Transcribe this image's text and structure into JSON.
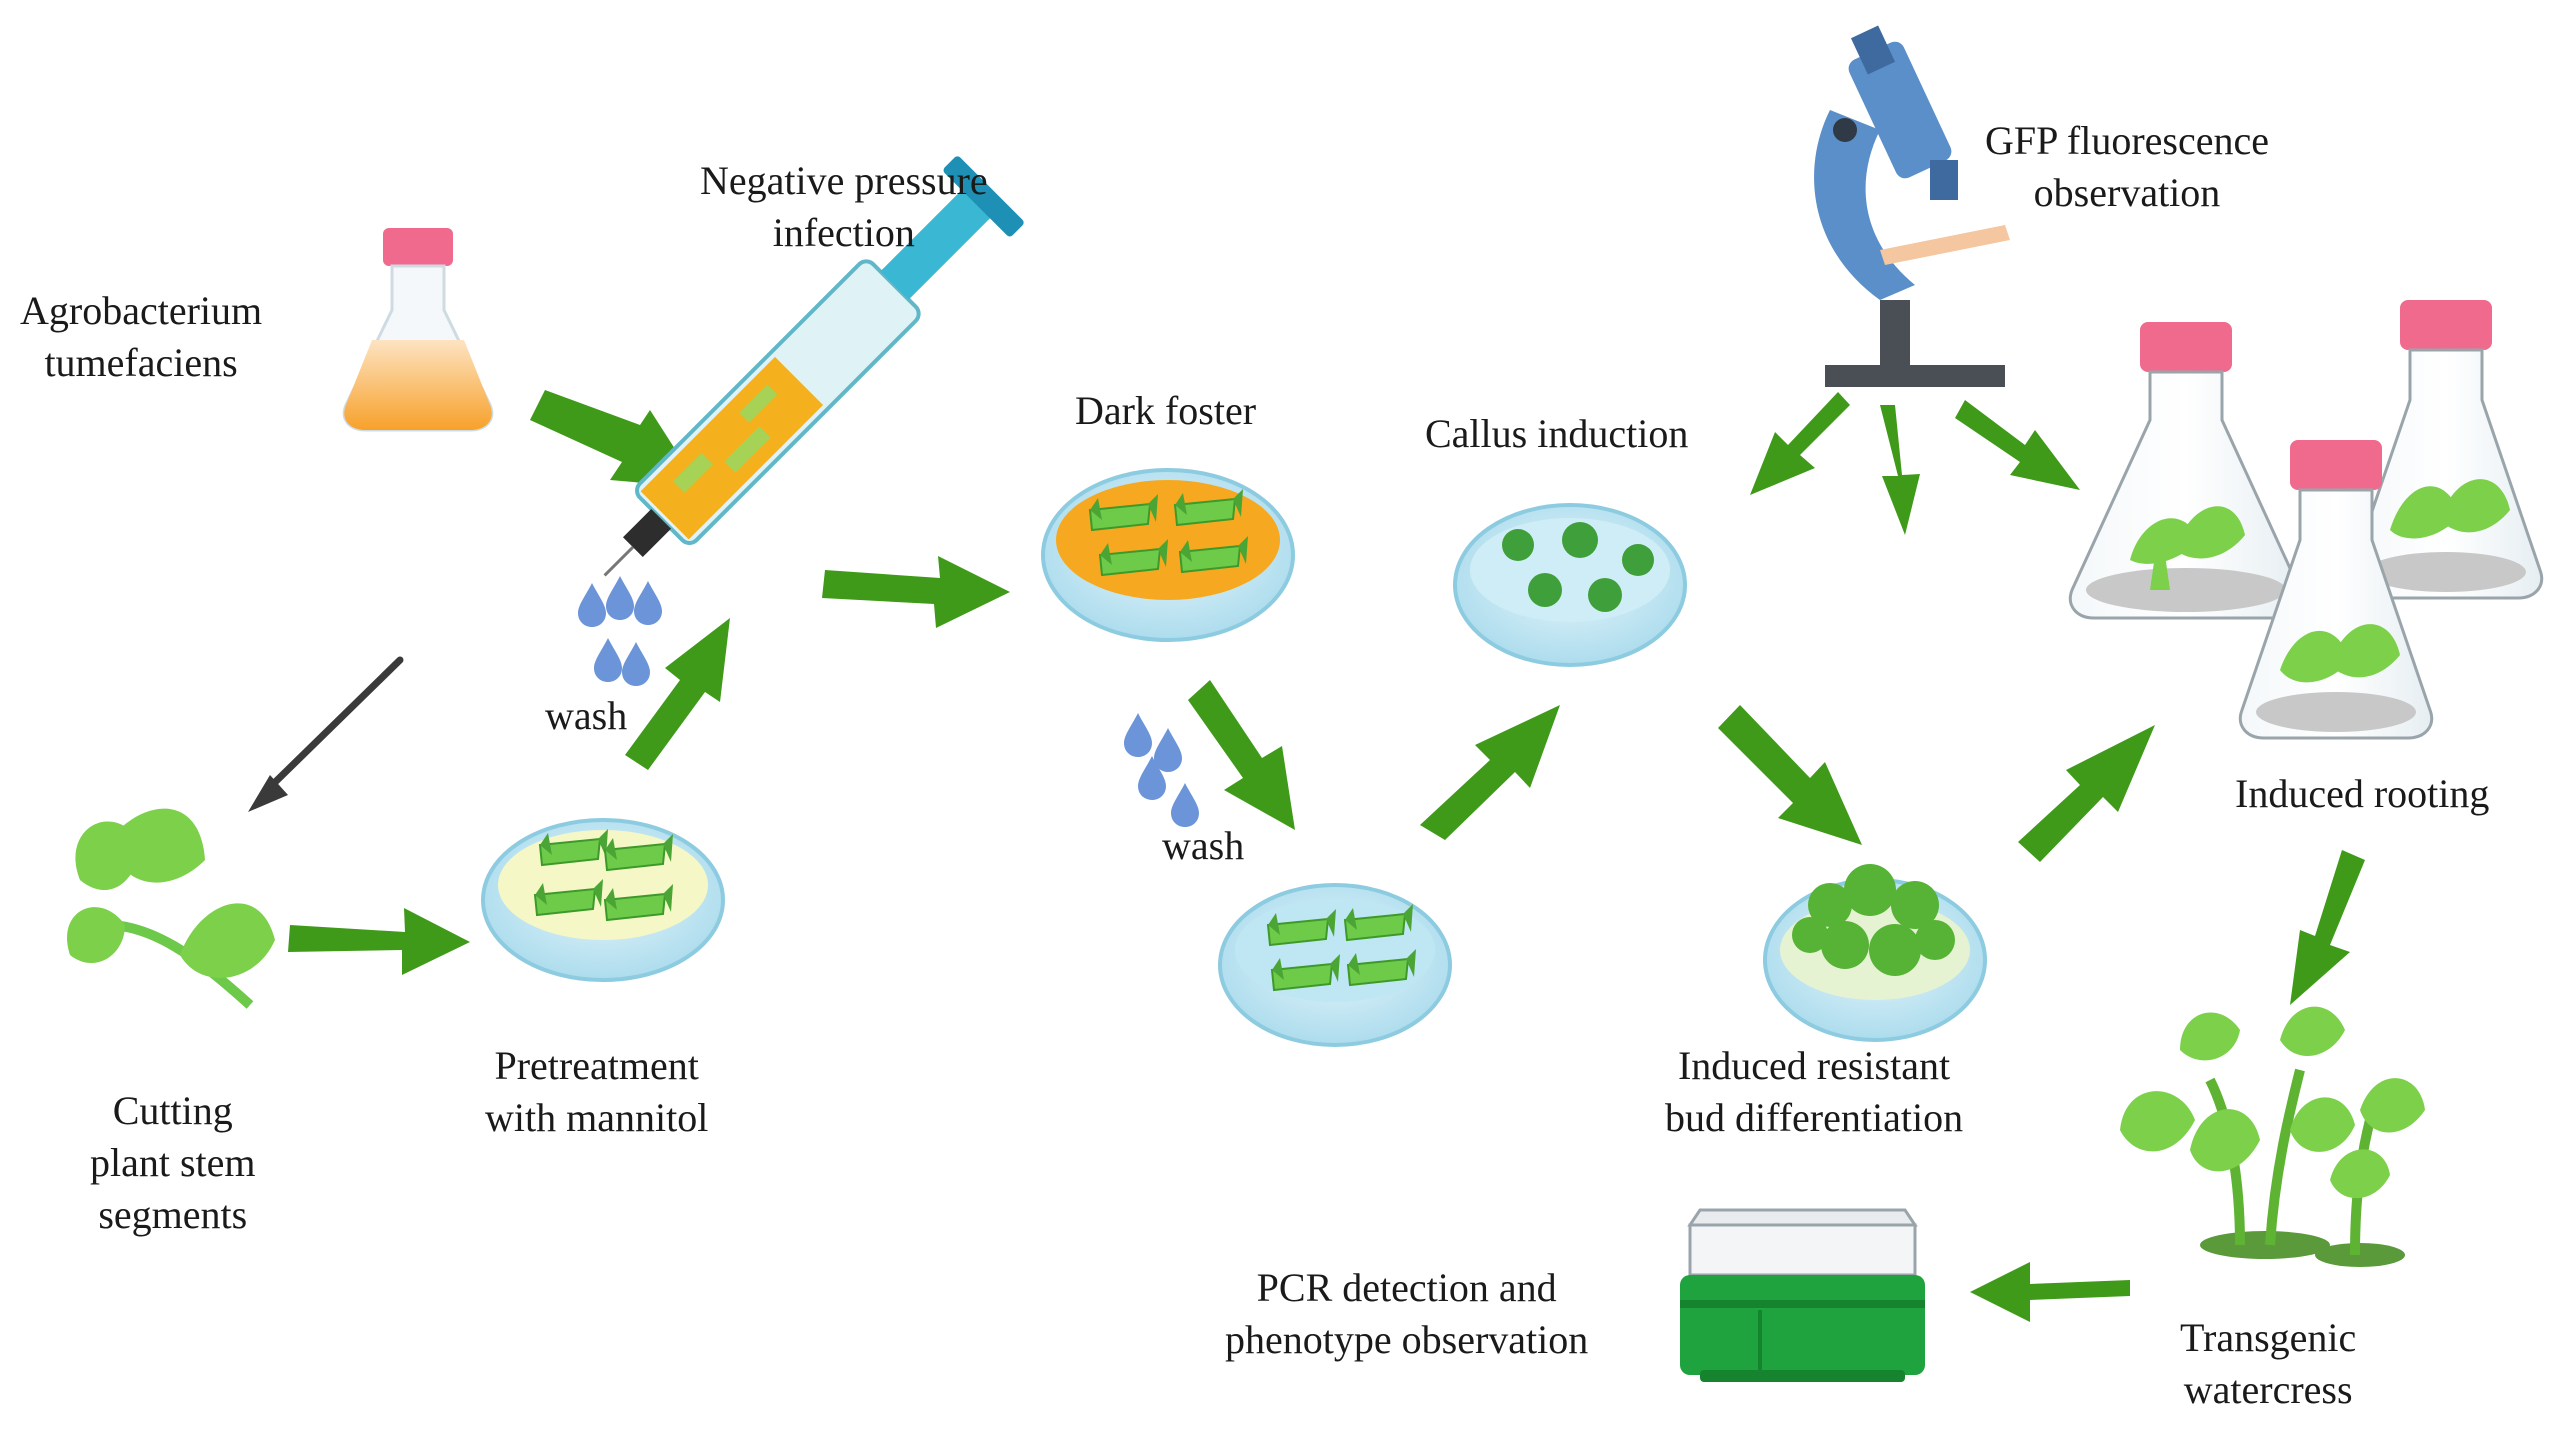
{
  "labels": {
    "agrobacterium": [
      "Agrobacterium",
      "tumefaciens"
    ],
    "negative_pressure": [
      "Negative pressure",
      "infection"
    ],
    "dark_foster": "Dark foster",
    "callus_induction": "Callus induction",
    "gfp": [
      "GFP fluorescence",
      "observation"
    ],
    "wash_1": "wash",
    "wash_2": "wash",
    "cutting": [
      "Cutting",
      "plant stem",
      "segments"
    ],
    "pretreatment": [
      "Pretreatment",
      "with mannitol"
    ],
    "induced_rooting": "Induced rooting",
    "induced_resistant": [
      "Induced resistant",
      "bud differentiation"
    ],
    "pcr": [
      "PCR detection and",
      "phenotype observation"
    ],
    "transgenic": [
      "Transgenic",
      "watercress"
    ]
  },
  "colors": {
    "arrow": "#3f9a1a",
    "leaf": "#7cd04a",
    "leaf_dark": "#5fb333",
    "dish": "#bfe6f3",
    "dish_edge": "#8ccbe0",
    "water_drop": "#6b95d8",
    "orange_medium": "#f9a21b",
    "cap_pink": "#f06a8e",
    "microscope": "#5b8fc9",
    "pcr_green": "#1fa33e"
  },
  "icons": [
    "flask-icon",
    "syringe-icon",
    "microscope-icon",
    "petri-dish-icon",
    "water-drops-icon",
    "plant-icon",
    "scalpel-icon",
    "pcr-machine-icon",
    "culture-flask-icon"
  ]
}
